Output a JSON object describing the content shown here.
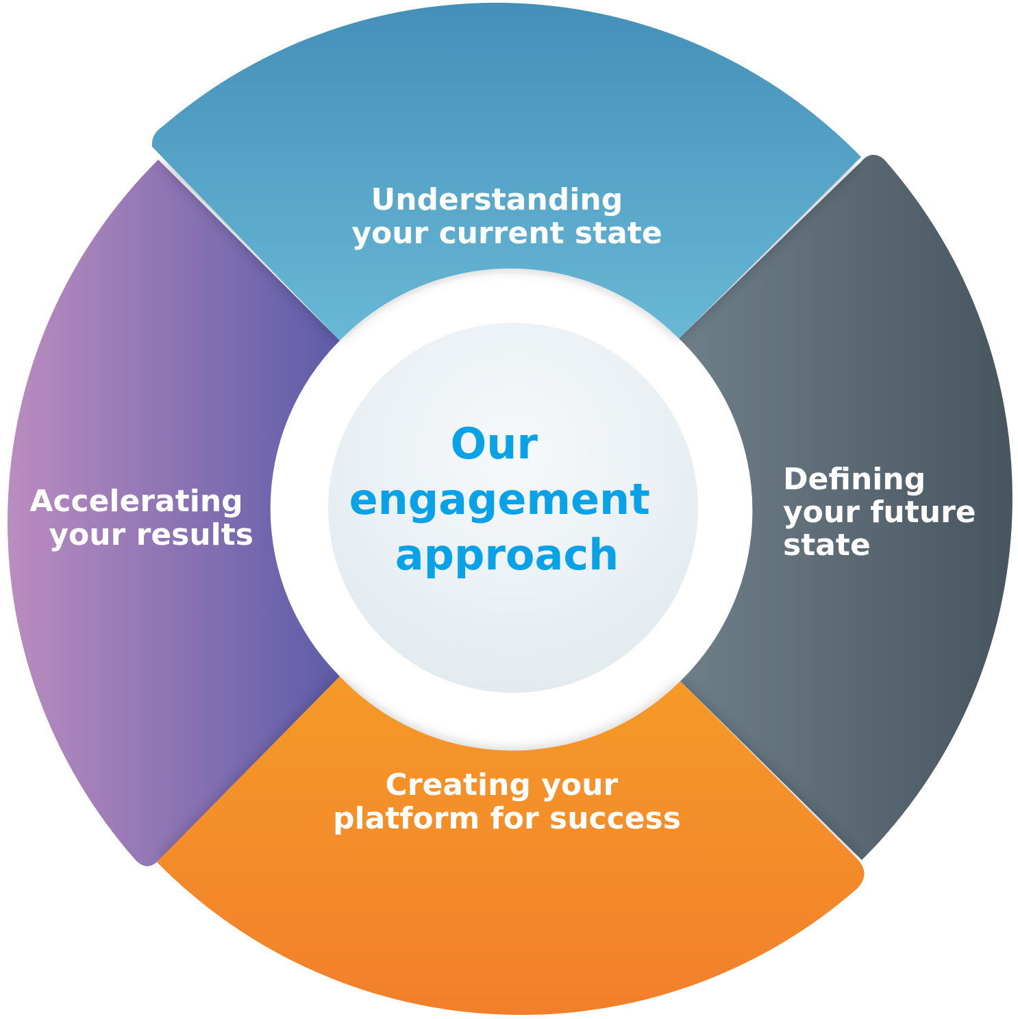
{
  "center": {
    "lines": [
      "Our",
      "engagement",
      "approach"
    ],
    "color": "#0aa2e6"
  },
  "segments": {
    "top": {
      "lines": [
        "Understanding",
        "your current state"
      ],
      "color_start": "#68b8d6",
      "color_end": "#448fb8"
    },
    "right": {
      "lines": [
        "Defining",
        "your future",
        "state"
      ],
      "color_start": "#6f7f88",
      "color_end": "#47555f"
    },
    "bottom": {
      "lines": [
        "Creating your",
        "platform for success"
      ],
      "color_start": "#f59a28",
      "color_end": "#f27f2b"
    },
    "left": {
      "lines": [
        "Accelerating",
        "your results"
      ],
      "color_start": "#bb8cc0",
      "color_end": "#5d5ca8"
    }
  }
}
